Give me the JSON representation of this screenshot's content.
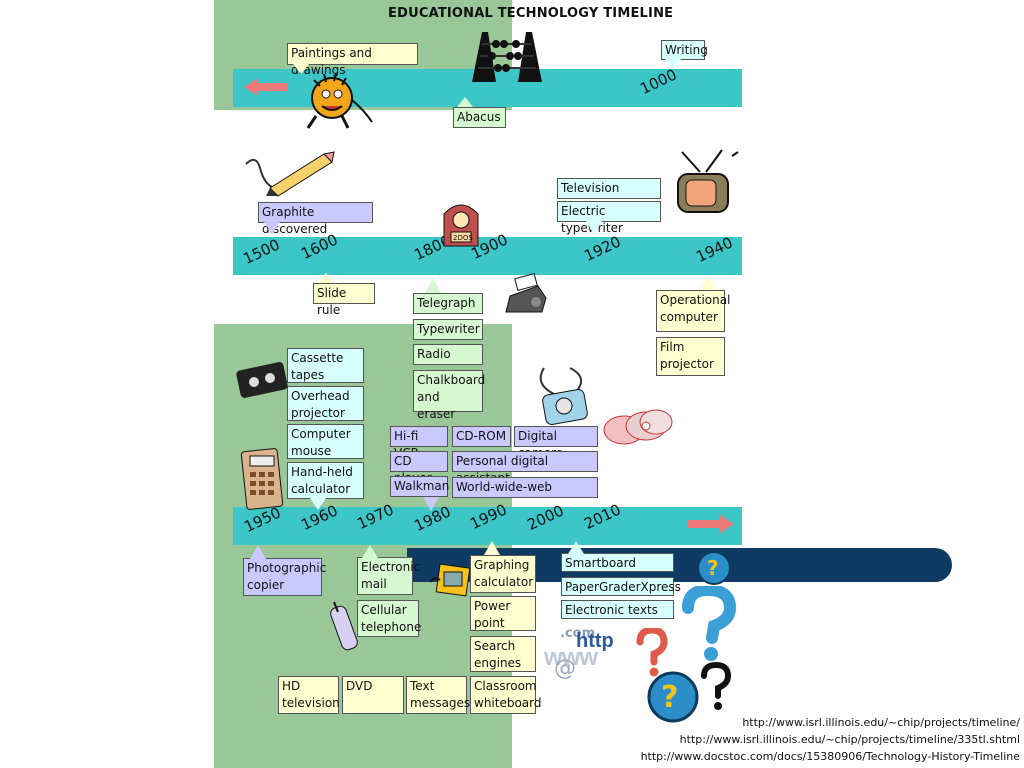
{
  "title": "EDUCATIONAL TECHNOLOGY TIMELINE",
  "years": {
    "row1": [
      "1000"
    ],
    "row2": [
      "1500",
      "1600",
      "1800",
      "1900",
      "1920",
      "1940"
    ],
    "row3": [
      "1950",
      "1960",
      "1970",
      "1980",
      "1990",
      "2000",
      "2010"
    ]
  },
  "labels": {
    "paintings": "Paintings and drawings",
    "writing": "Writing",
    "abacus": "Abacus",
    "graphite": "Graphite discovered",
    "television": "Television",
    "electric_typewriter": "Electric typewriter",
    "slide_rule": "Slide rule",
    "telegraph": "Telegraph",
    "typewriter": "Typewriter",
    "radio": "Radio",
    "chalkboard": "Chalkboard and eraser",
    "operational_computer": "Operational computer",
    "film_projector": "Film projector",
    "cassette": "Cassette tapes",
    "overhead": "Overhead projector",
    "mouse": "Computer mouse",
    "calculator": "Hand-held calculator",
    "hifi": "Hi-fi VCR",
    "cdrom": "CD-ROM",
    "digital_camera": "Digital camera",
    "cd_player": "CD player",
    "pda": "Personal digital assistant",
    "walkman": "Walkman",
    "www": "World-wide-web",
    "photocopier": "Photographic copier",
    "email": "Electronic mail",
    "graphing": "Graphing calculator",
    "smartboard": "Smartboard",
    "papergrader": "PaperGraderXpress",
    "etexts": "Electronic texts",
    "cellular": "Cellular telephone",
    "powerpoint": "Power point",
    "search": "Search engines",
    "hdtv": "HD television",
    "dvd": "DVD",
    "text_messages": "Text messages",
    "whiteboard": "Classroom whiteboard"
  },
  "clipart": {
    "http": "http",
    "www": "www",
    "com": ".com",
    "at": "@",
    "dos": "2DOS"
  },
  "urls": [
    "http://www.isrl.illinois.edu/~chip/projects/timeline/",
    "http://www.isrl.illinois.edu/~chip/projects/timeline/335tl.shtml",
    "http://www.docstoc.com/docs/15380906/Technology-History-Timeline"
  ],
  "colors": {
    "green": "#9ac798",
    "teal": "#3cc6c8",
    "navy": "#0f3a63",
    "yellow_box": "#ffffd0",
    "green_box": "#d6f8d0",
    "cyan_box": "#d8ffff",
    "purple_box": "#c9c8ff"
  }
}
